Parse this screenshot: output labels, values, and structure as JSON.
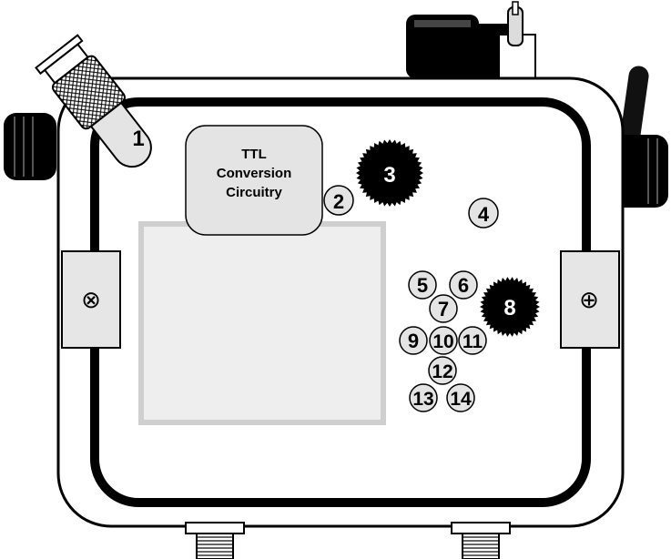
{
  "diagram": {
    "ttl_box": {
      "lines": [
        "TTL",
        "Conversion",
        "Circuitry"
      ]
    },
    "callouts": {
      "c1": "1",
      "c2": "2",
      "c3": "3",
      "c4": "4",
      "c5": "5",
      "c6": "6",
      "c7": "7",
      "c8": "8",
      "c9": "9",
      "c10": "10",
      "c11": "11",
      "c12": "12",
      "c13": "13",
      "c14": "14"
    },
    "symbols": {
      "left_clamp": "⊗",
      "right_clamp": "⊕"
    },
    "colors": {
      "outline": "#000000",
      "light_gray": "#e4e4e4",
      "panel_gray": "#eeeeee",
      "panel_border": "#cfcfcf",
      "dark_knob": "#000000"
    }
  }
}
